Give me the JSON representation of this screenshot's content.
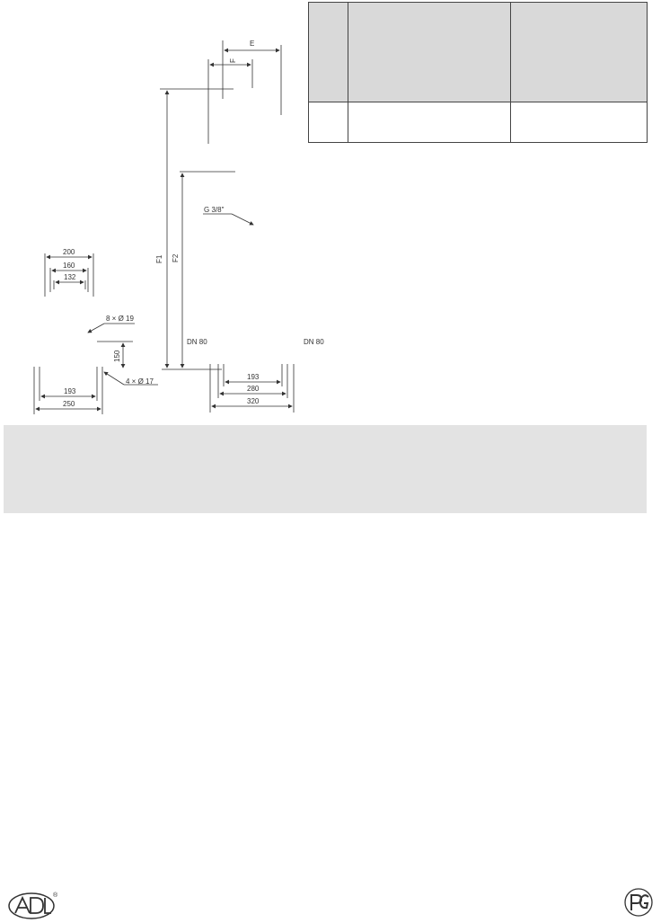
{
  "diagram": {
    "dims": {
      "E": "E",
      "F": "F",
      "F1": "F1",
      "F2": "F2",
      "g38": "G 3/8\"",
      "d200": "200",
      "d160": "160",
      "d132": "132",
      "holes8": "8 × Ø 19",
      "d150": "150",
      "holes4": "4 × Ø 17",
      "d193a": "193",
      "d250": "250",
      "dn80a": "DN 80",
      "dn80b": "DN 80",
      "d193b": "193",
      "d280": "280",
      "d320": "320"
    }
  },
  "logo": {
    "name": "ADL-logo",
    "registered": "®"
  },
  "cert": {
    "name": "PCT-certification-mark"
  }
}
